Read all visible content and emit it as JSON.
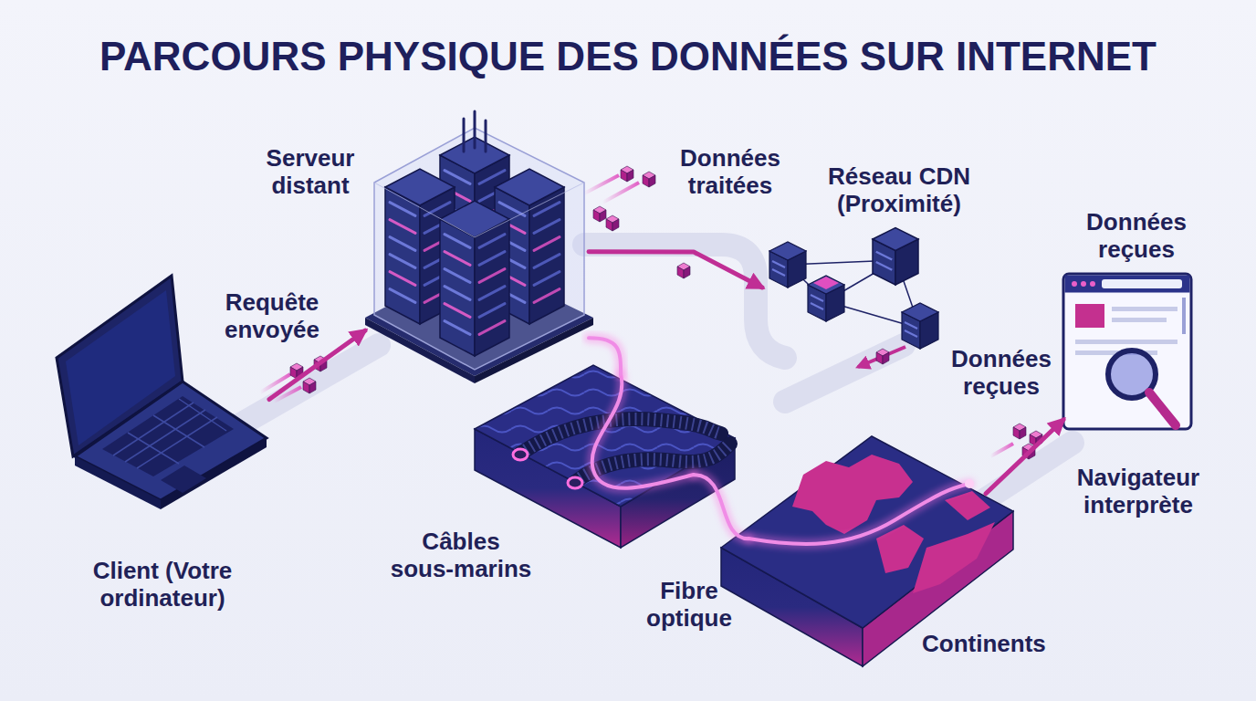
{
  "diagram": {
    "title": "PARCOURS PHYSIQUE DES DONNÉES SUR INTERNET",
    "nodes": [
      {
        "text": [
          "Client (Votre ordinateur)"
        ]
      },
      {
        "text": [
          "Serveur distant"
        ]
      },
      {
        "text": [
          "Réseau CDN (Proximité)"
        ]
      },
      {
        "text": [
          "Câbles sous-marins"
        ]
      },
      {
        "text": [
          "Continents"
        ]
      },
      {
        "text": [
          "Données reçues",
          "Navigateur interprète"
        ]
      }
    ],
    "edges": [
      {
        "from": 0,
        "to": 1,
        "arrow": "to",
        "label": "Requête envoyée"
      },
      {
        "from": 1,
        "to": 2,
        "arrow": "to",
        "label": "Données traitées"
      },
      {
        "from": 1,
        "to": 3,
        "arrow": "none"
      },
      {
        "from": 3,
        "to": 4,
        "arrow": "none",
        "label": "Fibre optique"
      },
      {
        "from": 4,
        "to": 5,
        "arrow": "to",
        "label": "Données reçues"
      }
    ]
  }
}
